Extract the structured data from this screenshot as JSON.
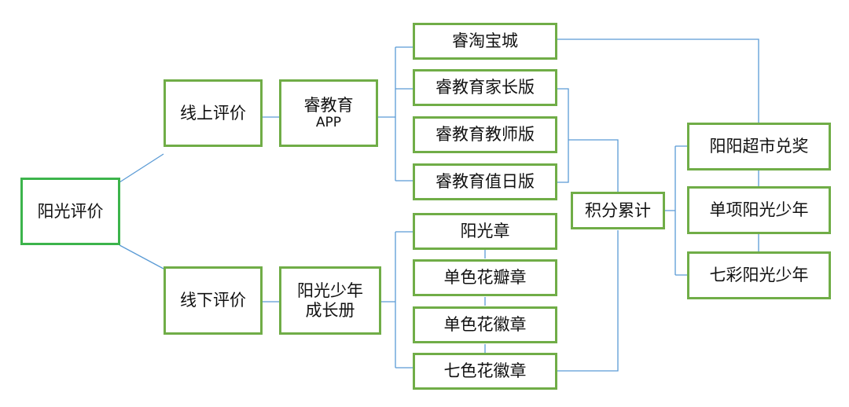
{
  "colors": {
    "box_border": "#70ad47",
    "root_border": "#3cb44b",
    "connector": "#5b9bd5"
  },
  "nodes": {
    "root": "阳光评价",
    "online": "线上评价",
    "offline": "线下评价",
    "rui_edu": {
      "line1": "睿教育",
      "line2": "APP"
    },
    "growth_book": {
      "line1": "阳光少年",
      "line2": "成长册"
    },
    "rui_mall": "睿淘宝城",
    "parent_ver": "睿教育家长版",
    "teacher_ver": "睿教育教师版",
    "duty_ver": "睿教育值日版",
    "sun_badge": "阳光章",
    "petal_badge": "单色花瓣章",
    "emblem_badge": "单色花徽章",
    "seven_badge": "七色花徽章",
    "points": "积分累计",
    "supermarket": "阳阳超市兑奖",
    "single_item": "单项阳光少年",
    "colorful": "七彩阳光少年"
  }
}
